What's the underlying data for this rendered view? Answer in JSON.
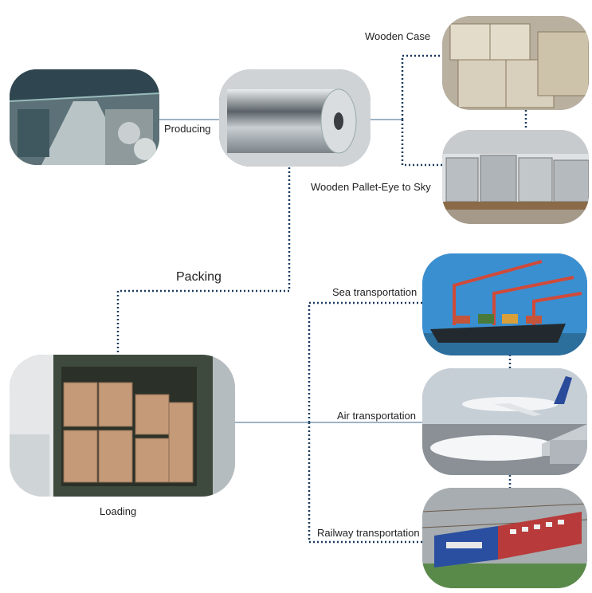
{
  "labels": {
    "producing": "Producing",
    "wooden_case": "Wooden Case",
    "wooden_pallet": "Wooden Pallet-Eye to Sky",
    "packing": "Packing",
    "loading": "Loading",
    "sea": "Sea transportation",
    "air": "Air transportation",
    "railway": "Railway transportation"
  },
  "photos": {
    "factory": "factory production line",
    "foil_roll": "aluminium foil roll",
    "wooden_case": "wooden cases",
    "wooden_pallet": "pallets wrapped in foil",
    "container": "loaded container",
    "ship": "container ship at port",
    "plane": "airplanes at airport",
    "train": "freight train"
  },
  "colors": {
    "connector": "#1c3a5e",
    "line": "#3a6a8f"
  }
}
